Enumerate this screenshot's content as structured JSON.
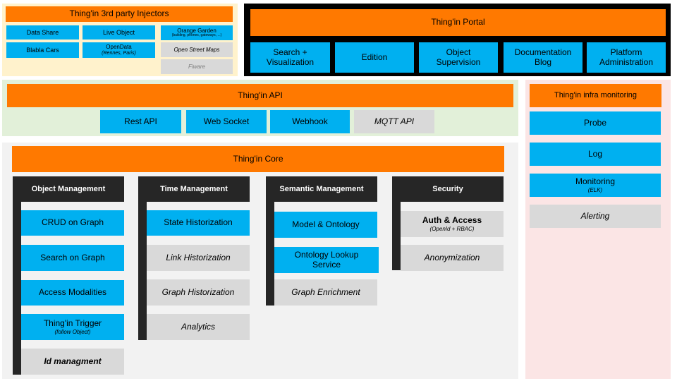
{
  "injectors": {
    "title": "Thing'in 3rd party Injectors",
    "data_share": "Data Share",
    "live_object": "Live Object",
    "orange_garden": "Orange Garden",
    "orange_garden_sub": "(building, phones, gateways, ...)",
    "blabla_cars": "Blabla Cars",
    "opendata": "OpenData",
    "opendata_sub": "(Rennes, Paris)",
    "open_street_maps": "Open Street Maps",
    "fiware": "Fiware"
  },
  "portal": {
    "title": "Thing'in Portal",
    "search_line1": "Search +",
    "search_line2": "Visualization",
    "edition": "Edition",
    "object_line1": "Object",
    "object_line2": "Supervision",
    "doc_line1": "Documentation",
    "doc_line2": "Blog",
    "platform_line1": "Platform",
    "platform_line2": "Administration"
  },
  "api": {
    "title": "Thing'in  API",
    "rest": "Rest API",
    "websocket": "Web Socket",
    "webhook": "Webhook",
    "mqtt": "MQTT API"
  },
  "monitoring": {
    "title": "Thing'in infra monitoring",
    "probe": "Probe",
    "log": "Log",
    "monitoring": "Monitoring",
    "monitoring_sub": "(ELK)",
    "alerting": "Alerting"
  },
  "core": {
    "title": "Thing'in Core",
    "object_mgmt": {
      "title": "Object Management",
      "crud": "CRUD on Graph",
      "search": "Search on Graph",
      "access": "Access Modalities",
      "trigger": "Thing'in Trigger",
      "trigger_sub": "(follow Object)",
      "id": "Id managment"
    },
    "time_mgmt": {
      "title": "Time Management",
      "state": "State Historization",
      "link": "Link Historization",
      "graph": "Graph Historization",
      "analytics": "Analytics"
    },
    "semantic_mgmt": {
      "title": "Semantic Management",
      "model": "Model & Ontology",
      "lookup_line1": "Ontology Lookup",
      "lookup_line2": "Service",
      "enrichment": "Graph Enrichment"
    },
    "security": {
      "title": "Security",
      "auth": "Auth & Access",
      "auth_sub": "(OpenId + RBAC)",
      "anonymization": "Anonymization"
    }
  },
  "colors": {
    "orange": "#ff7900",
    "blue": "#00b0f0",
    "gray": "#d9d9d9",
    "dark": "#262626",
    "injectors_bg": "#fff2cc",
    "api_bg": "#e2f0d9",
    "monitoring_bg": "#fbe5e5",
    "core_bg": "#f2f2f2",
    "portal_bg": "#000000"
  }
}
